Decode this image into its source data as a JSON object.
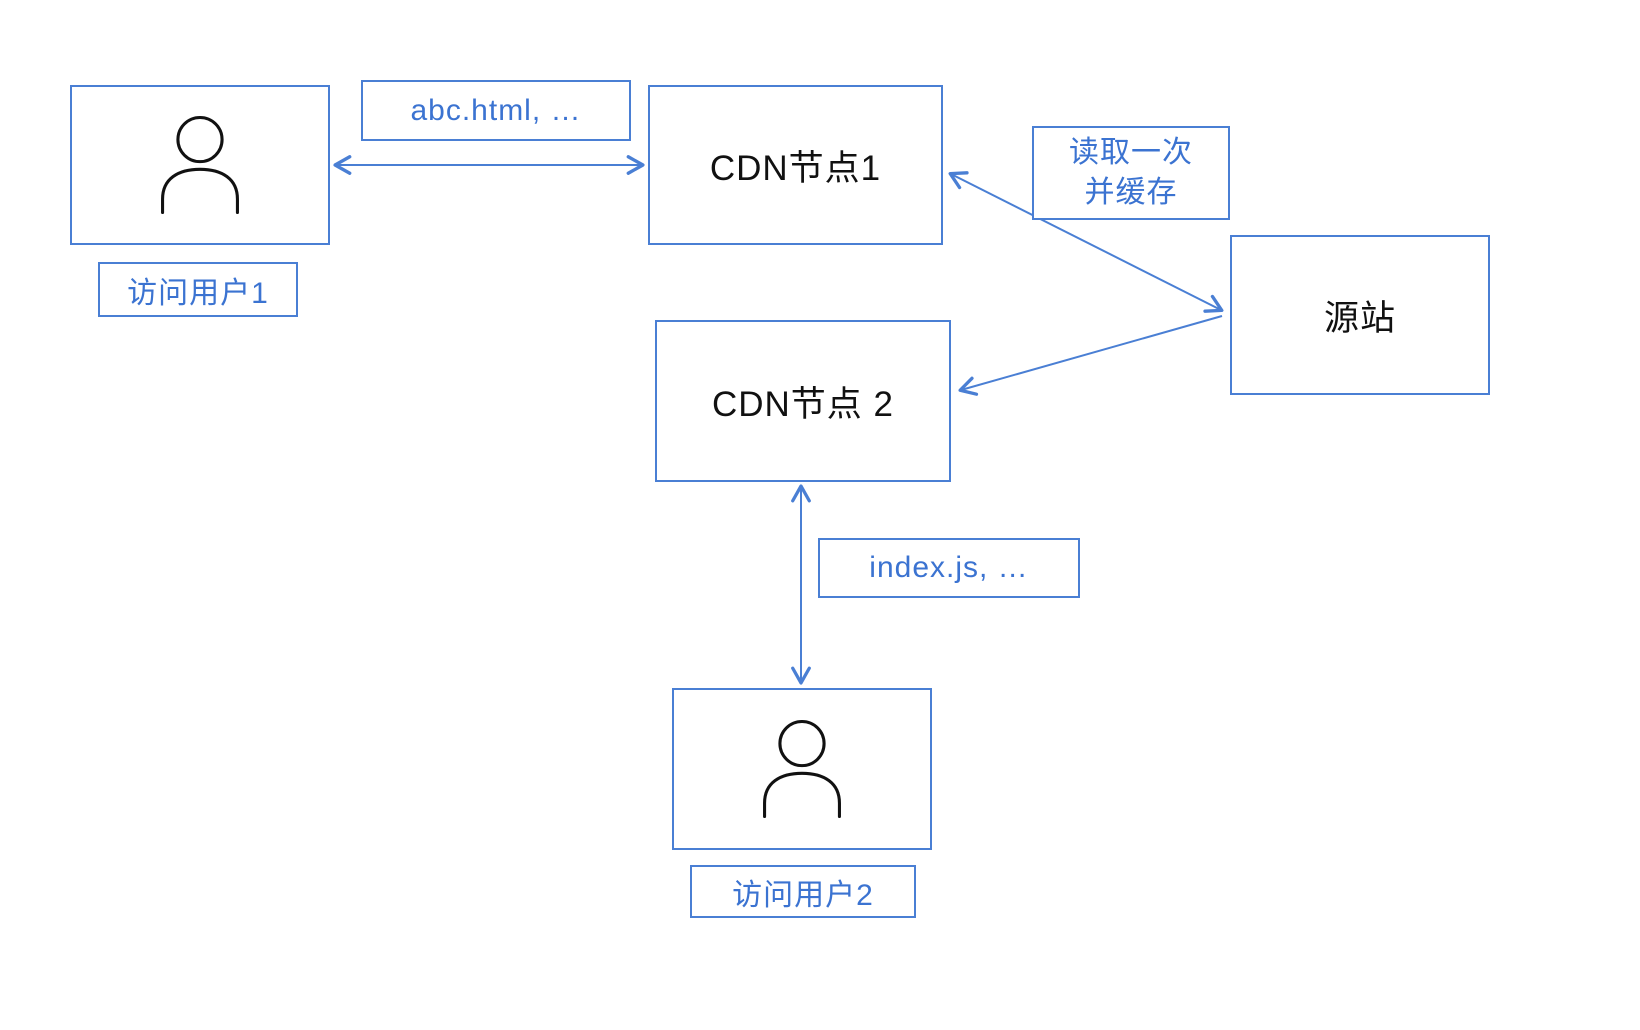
{
  "diagram": {
    "nodes": {
      "user1": {
        "label": "访问用户1"
      },
      "cdn1": {
        "label": "CDN节点1"
      },
      "cdn2": {
        "label": "CDN节点 2"
      },
      "origin": {
        "label": "源站"
      },
      "user2": {
        "label": "访问用户2"
      }
    },
    "edges": {
      "user1_cdn1": {
        "label": "abc.html, …"
      },
      "cdn_origin": {
        "label_line1": "读取一次",
        "label_line2": "并缓存"
      },
      "cdn2_user2": {
        "label": "index.js, …"
      }
    },
    "icons": {
      "user1": "user-icon",
      "user2": "user-icon"
    },
    "colors": {
      "box_border": "#4a7fd4",
      "arrow_line": "#4a7fd4",
      "blue_text": "#3b73d1",
      "node_text": "#111111",
      "icon_stroke": "#111111",
      "background": "#ffffff"
    }
  }
}
